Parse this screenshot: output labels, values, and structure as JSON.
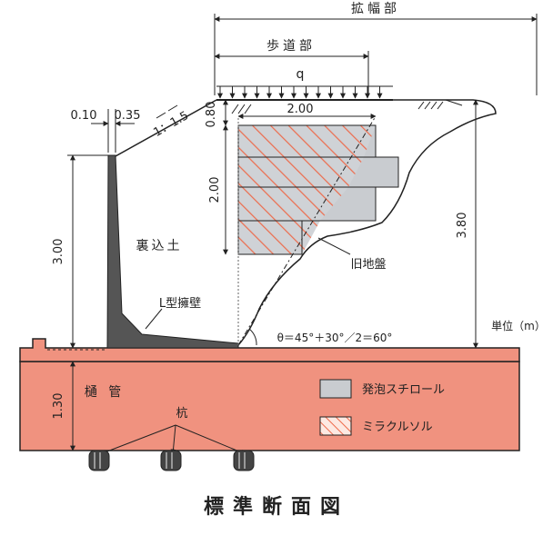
{
  "labels": {
    "extension": "拡幅部",
    "sidewalk": "歩道部",
    "load": "q",
    "dim_010": "0.10",
    "dim_035": "0.35",
    "slope": "1：1.5",
    "dim_080": "0.80",
    "dim_200_top": "2.00",
    "dim_200_left": "2.00",
    "dim_300": "3.00",
    "dim_380": "3.80",
    "dim_130": "1.30",
    "backfill": "裏込土",
    "l_wall": "L型擁壁",
    "old_ground": "旧地盤",
    "unit": "単位（m）",
    "angle_formula": "θ＝45°＋30°／2＝60°",
    "pipe": "樋 管",
    "pile": "杭"
  },
  "legend": [
    {
      "label": "発泡スチロール",
      "kind": "eps"
    },
    {
      "label": "ミラクルソル",
      "kind": "miraclesol"
    }
  ],
  "caption": "標準断面図",
  "colors": {
    "pipe_zone": "#f0927f",
    "eps_fill": "#c9ccd0",
    "hatch": "#ee6a4a",
    "wall": "#555555",
    "line": "#222222"
  }
}
